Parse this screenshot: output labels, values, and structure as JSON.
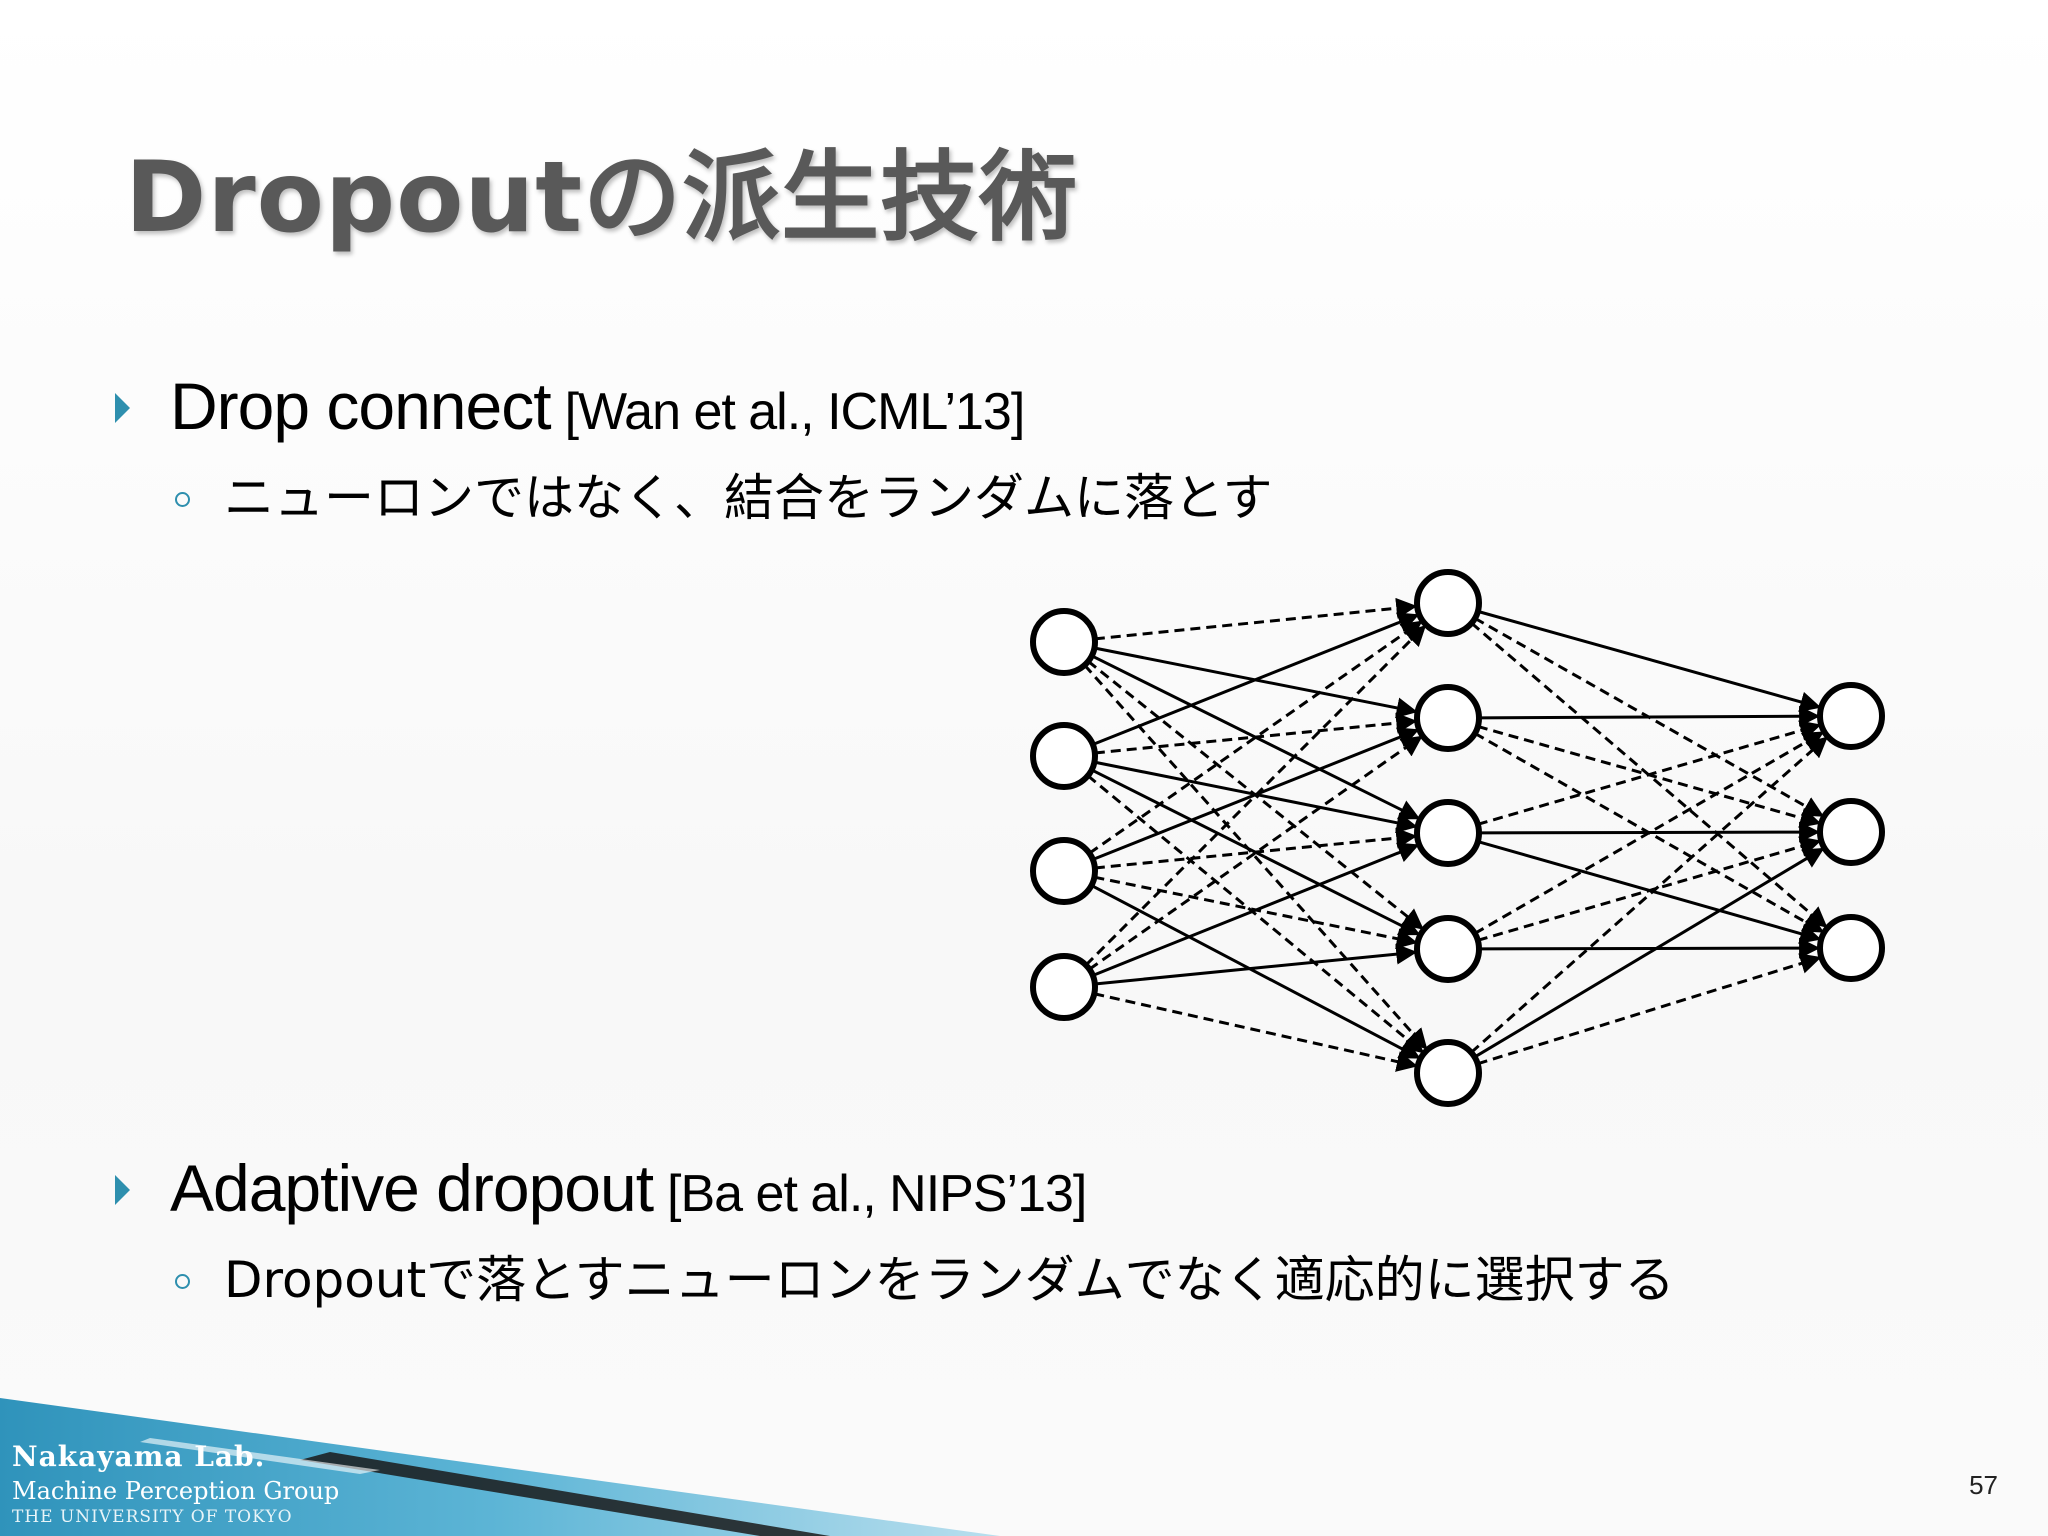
{
  "slide": {
    "title": "Dropoutの派生技術",
    "page_number": "57"
  },
  "bullets": [
    {
      "main": "Drop connect",
      "ref": "[Wan et al., ICML’13]",
      "sub": "ニューロンではなく、結合をランダムに落とす"
    },
    {
      "main": "Adaptive dropout",
      "ref": "[Ba et al., NIPS’13]",
      "sub": "Dropoutで落とすニューロンをランダムでなく適応的に選択する"
    }
  ],
  "footer": {
    "lab_name": "Nakayama Lab.",
    "group": "Machine Perception Group",
    "university": "THE UNIVERSITY OF TOKYO"
  },
  "colors": {
    "bullet_accent": "#2e8fae",
    "title_gray": "#595959",
    "footer_blue": "#3a9ec4"
  }
}
